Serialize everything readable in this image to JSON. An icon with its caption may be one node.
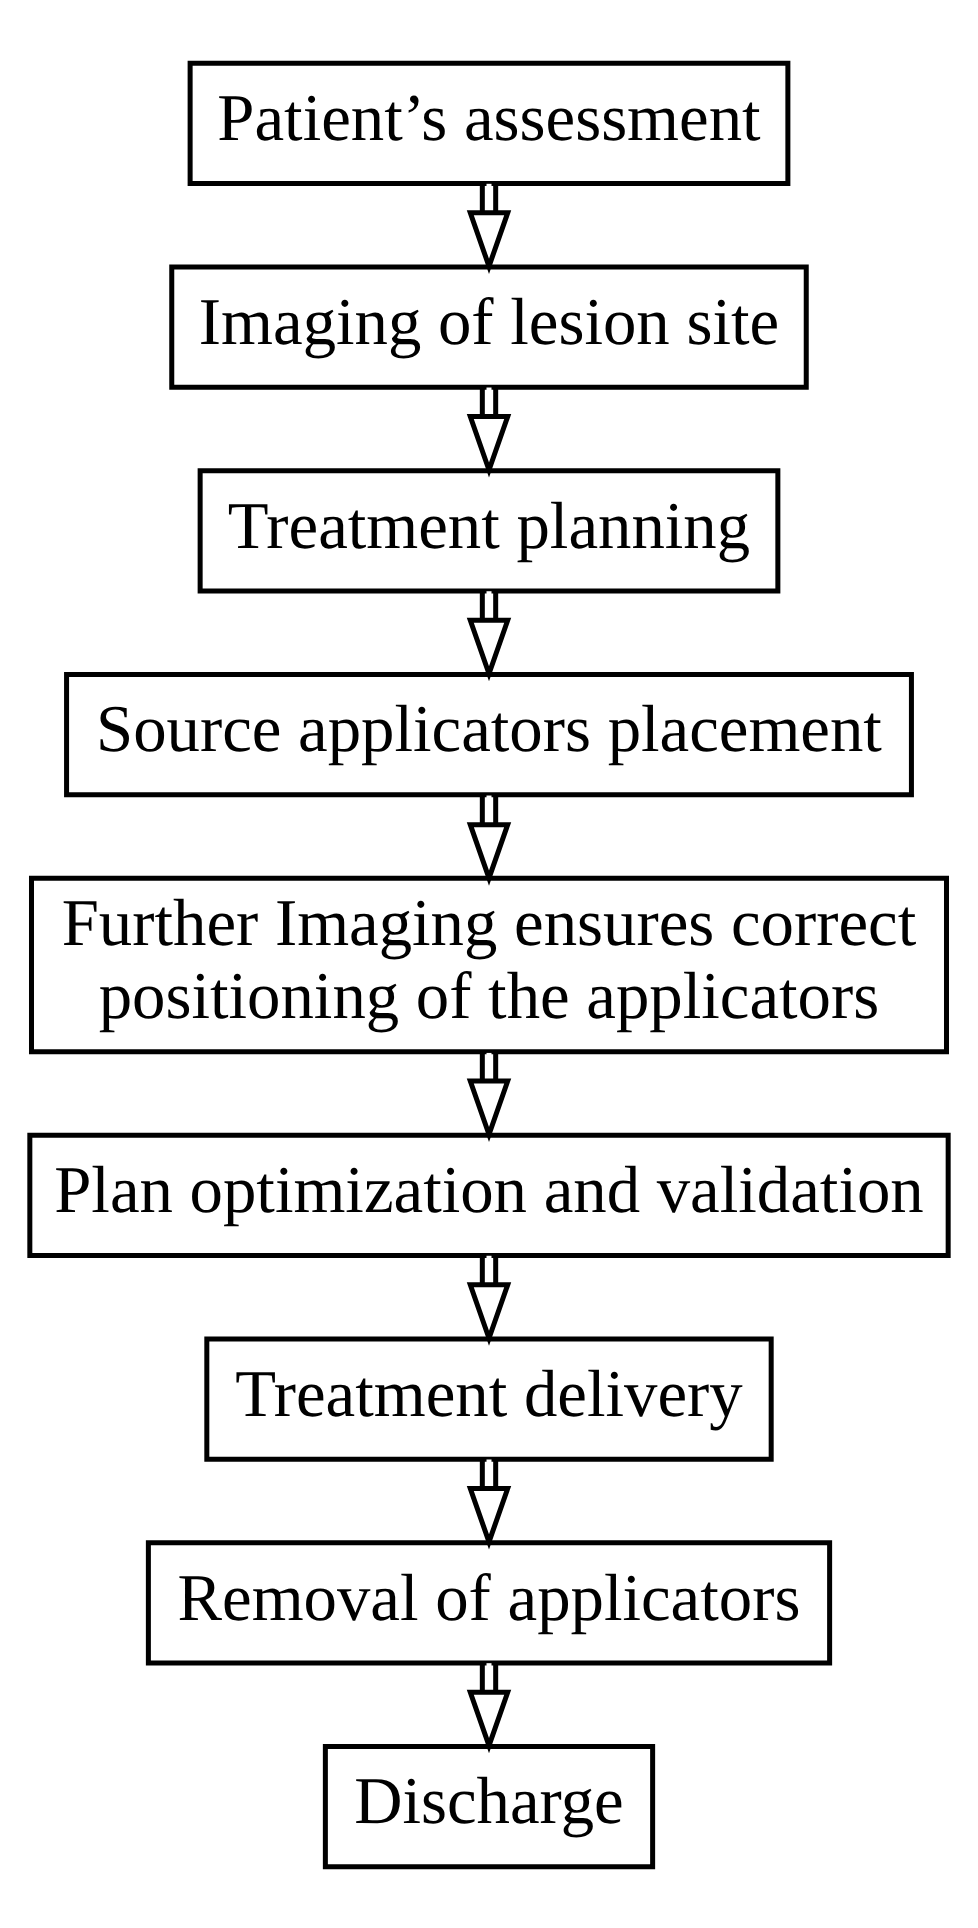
{
  "diagram": {
    "nodes": [
      {
        "text": [
          "Patient’s assessment"
        ]
      },
      {
        "text": [
          "Imaging of lesion site"
        ]
      },
      {
        "text": [
          "Treatment planning"
        ]
      },
      {
        "text": [
          "Source applicators placement"
        ]
      },
      {
        "text": [
          "Further Imaging ensures correct positioning of the applicators"
        ]
      },
      {
        "text": [
          "Plan optimization and validation"
        ]
      },
      {
        "text": [
          "Treatment delivery"
        ]
      },
      {
        "text": [
          "Removal of applicators"
        ]
      },
      {
        "text": [
          "Discharge"
        ]
      }
    ],
    "edges": [
      {
        "from": 0,
        "to": 1,
        "arrow": "to"
      },
      {
        "from": 1,
        "to": 2,
        "arrow": "to"
      },
      {
        "from": 2,
        "to": 3,
        "arrow": "to"
      },
      {
        "from": 3,
        "to": 4,
        "arrow": "to"
      },
      {
        "from": 4,
        "to": 5,
        "arrow": "to"
      },
      {
        "from": 5,
        "to": 6,
        "arrow": "to"
      },
      {
        "from": 6,
        "to": 7,
        "arrow": "to"
      },
      {
        "from": 7,
        "to": 8,
        "arrow": "to"
      }
    ]
  }
}
